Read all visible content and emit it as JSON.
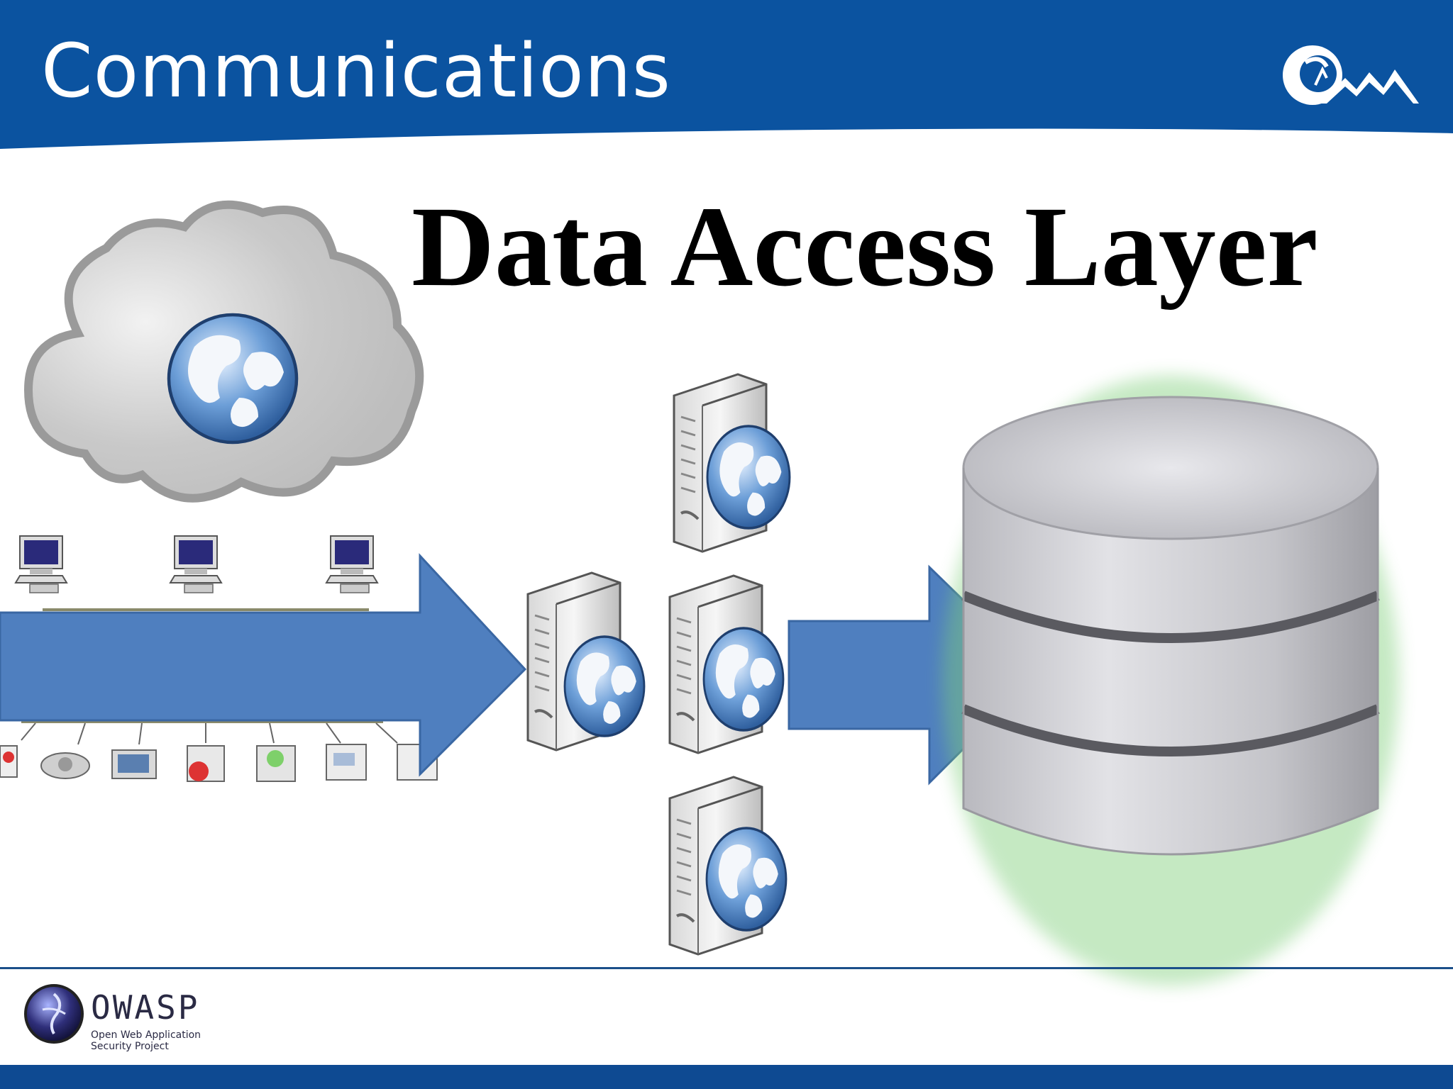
{
  "header": {
    "title": "Communications",
    "bar_color": "#0b53a0",
    "logo_icon": "mountain-c-logo"
  },
  "main": {
    "heading": "Data Access Layer"
  },
  "diagram": {
    "client_network": {
      "cloud_icon": "cloud-globe-icon",
      "computers": 3,
      "devices": 7
    },
    "app_servers": 4,
    "database_icon": "database-cylinder-icon",
    "arrow_color": "#4f7fbf"
  },
  "footer": {
    "org_name": "OWASP",
    "org_tagline_line1": "Open Web Application",
    "org_tagline_line2": "Security Project",
    "band_color": "#0e4a92"
  }
}
